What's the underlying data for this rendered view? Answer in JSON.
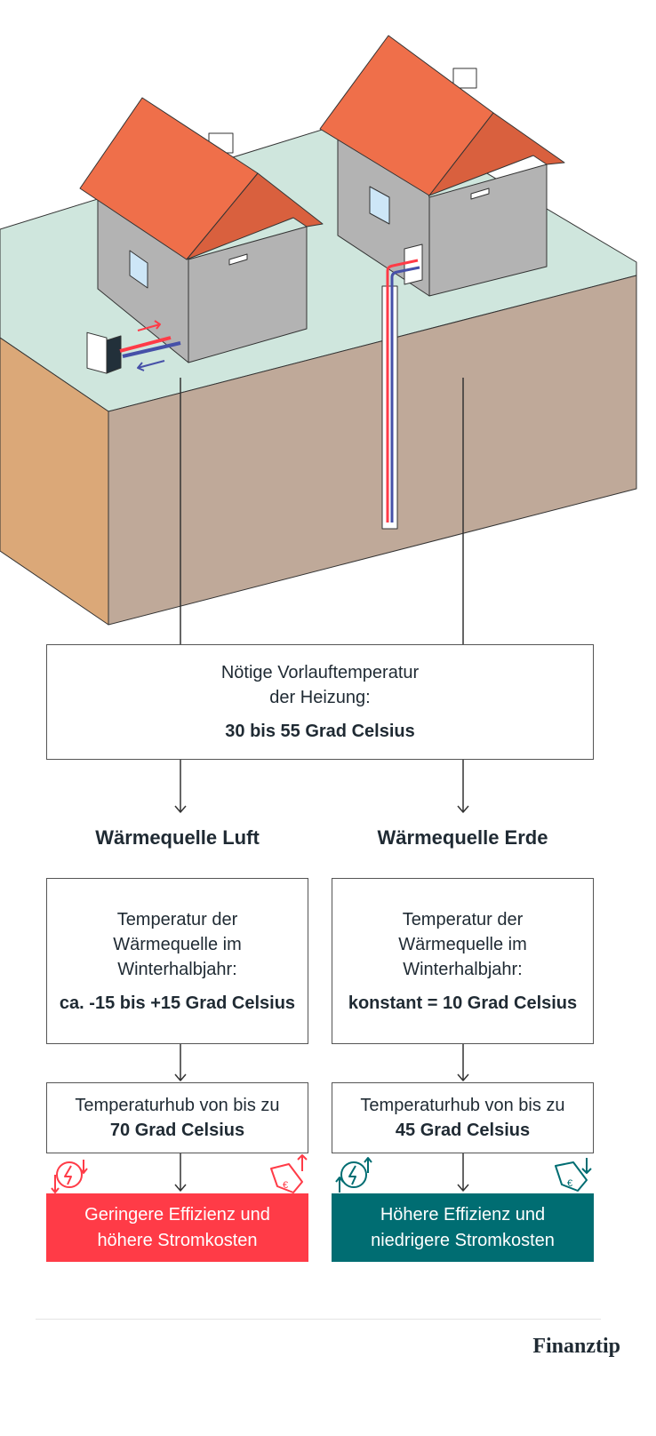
{
  "top_box": {
    "line1": "Nötige Vorlauftemperatur",
    "line2": "der Heizung:",
    "value": "30 bis 55 Grad Celsius"
  },
  "left": {
    "heading": "Wärmequelle Luft",
    "temp_line1": "Temperatur der",
    "temp_line2": "Wärmequelle im",
    "temp_line3": "Winterhalbjahr:",
    "temp_value": "ca. -15 bis +15 Grad Celsius",
    "hub_text": "Temperaturhub von bis zu",
    "hub_value": "70 Grad Celsius",
    "result_line1": "Geringere Effizienz und",
    "result_line2": "höhere Stromkosten",
    "color": "#ff3b47"
  },
  "right": {
    "heading": "Wärmequelle Erde",
    "temp_line1": "Temperatur der",
    "temp_line2": "Wärmequelle im",
    "temp_line3": "Winterhalbjahr:",
    "temp_value": "konstant = 10 Grad Celsius",
    "hub_text": "Temperaturhub von bis zu",
    "hub_value": "45 Grad Celsius",
    "result_line1": "Höhere Effizienz und",
    "result_line2": "niedrigere Stromkosten",
    "color": "#006d72"
  },
  "logo": "Finanztip"
}
